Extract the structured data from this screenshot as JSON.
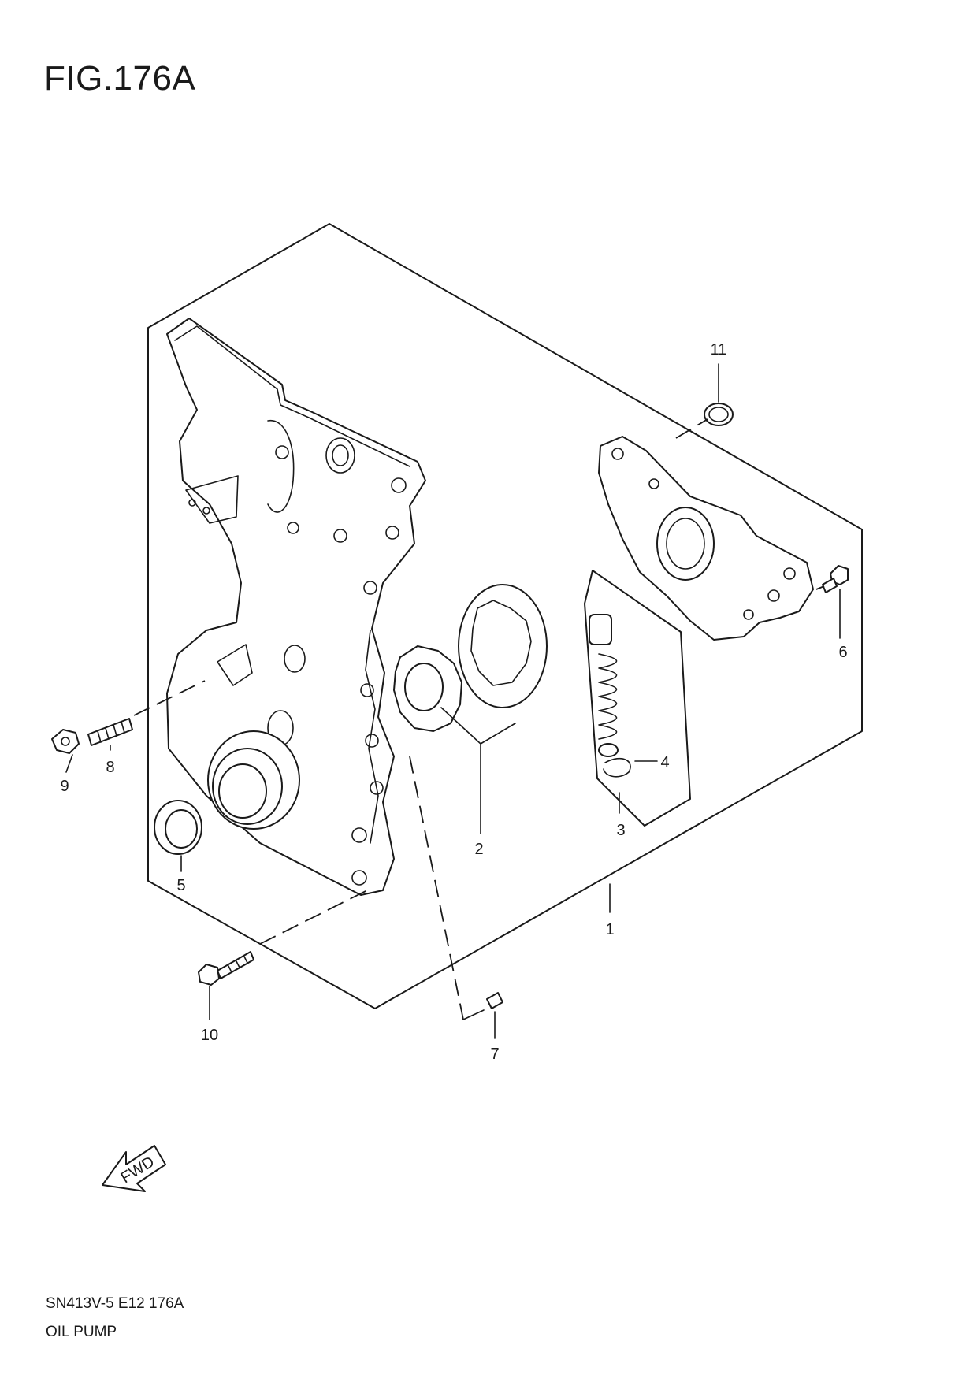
{
  "figure": {
    "title": "FIG.176A"
  },
  "callouts": [
    "1",
    "2",
    "3",
    "4",
    "5",
    "6",
    "7",
    "8",
    "9",
    "10",
    "11"
  ],
  "direction_arrow": {
    "label": "FWD"
  },
  "footer": {
    "code": "SN413V-5 E12 176A",
    "name": "OIL PUMP"
  }
}
